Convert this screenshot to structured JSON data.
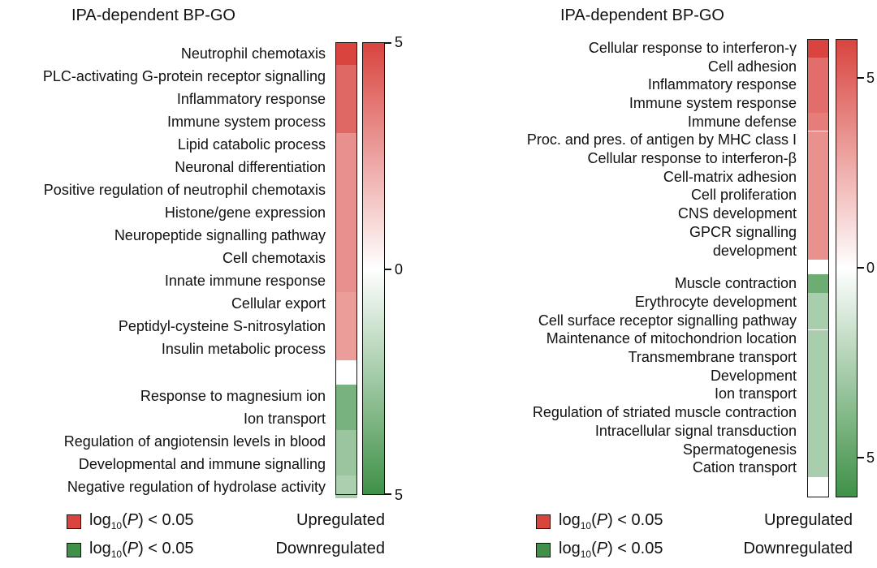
{
  "colors": {
    "up": "#d9443f",
    "down": "#3f9147",
    "gap": "#ffffff"
  },
  "chart_data": [
    {
      "type": "heatmap",
      "title": "IPA-dependent BP-GO",
      "scale_ticks": [
        "5",
        "0",
        "5"
      ],
      "upregulated": [
        {
          "term": "Neutrophil chemotaxis",
          "value": 5.0
        },
        {
          "term": "PLC-activating G-protein receptor signalling",
          "value": 3.9
        },
        {
          "term": "Inflammatory response",
          "value": 3.9
        },
        {
          "term": "Immune system process",
          "value": 3.9
        },
        {
          "term": "Lipid catabolic process",
          "value": 2.7
        },
        {
          "term": "Neuronal differentiation",
          "value": 2.7
        },
        {
          "term": "Positive regulation of neutrophil chemotaxis",
          "value": 2.7
        },
        {
          "term": "Histone/gene expression",
          "value": 2.7
        },
        {
          "term": "Neuropeptide signalling pathway",
          "value": 2.7
        },
        {
          "term": "Cell chemotaxis",
          "value": 2.7
        },
        {
          "term": "Innate immune response",
          "value": 2.7
        },
        {
          "term": "Cellular export",
          "value": 2.3
        },
        {
          "term": "Peptidyl-cysteine S-nitrosylation",
          "value": 2.3
        },
        {
          "term": "Insulin metabolic process",
          "value": 2.3
        }
      ],
      "downregulated": [
        {
          "term": "Response to magnesium ion",
          "value": 3.3
        },
        {
          "term": "Ion transport",
          "value": 3.3
        },
        {
          "term": "Regulation of angiotensin levels in blood",
          "value": 2.3
        },
        {
          "term": "Developmental and immune signalling",
          "value": 2.3
        },
        {
          "term": "Negative regulation of hydrolase activity",
          "value": 1.8
        }
      ]
    },
    {
      "type": "heatmap",
      "title": "IPA-dependent BP-GO",
      "scale_ticks": [
        "5",
        "0",
        "5"
      ],
      "upregulated": [
        {
          "term": "Cellular response to interferon-γ",
          "value": 6.2
        },
        {
          "term": "Cell adhesion",
          "value": 4.6
        },
        {
          "term": "Inflammatory response",
          "value": 4.6
        },
        {
          "term": "Immune system response",
          "value": 4.6
        },
        {
          "term": "Immune defense",
          "value": 4.0
        },
        {
          "term": "Proc. and pres. of  antigen by MHC class I",
          "value": 3.3
        },
        {
          "term": "Cellular response to interferon-β",
          "value": 3.3
        },
        {
          "term": "Cell-matrix adhesion",
          "value": 3.3
        },
        {
          "term": "Cell proliferation",
          "value": 3.3
        },
        {
          "term": "CNS development",
          "value": 3.3
        },
        {
          "term": "GPCR signalling\ndevelopment",
          "value": 3.3
        }
      ],
      "downregulated": [
        {
          "term": "Muscle contraction",
          "value": 4.5
        },
        {
          "term": "Erythrocyte development",
          "value": 2.3
        },
        {
          "term": "Cell surface receptor signalling pathway",
          "value": 2.3
        },
        {
          "term": "Maintenance of mitochondrion location",
          "value": 2.3
        },
        {
          "term": "Transmembrane transport",
          "value": 2.3
        },
        {
          "term": "Development",
          "value": 2.3
        },
        {
          "term": "Ion transport",
          "value": 2.3
        },
        {
          "term": "Regulation of striated muscle contraction",
          "value": 2.3
        },
        {
          "term": "Intracellular signal transduction",
          "value": 2.3
        },
        {
          "term": "Spermatogenesis",
          "value": 2.3
        },
        {
          "term": "Cation transport",
          "value": 2.3
        }
      ]
    }
  ],
  "legend": {
    "metric_prefix": "log",
    "metric_sub": "10",
    "metric_paren_open": "(",
    "metric_var": "P",
    "metric_suffix": ") < 0.05",
    "up_label": "Upregulated",
    "down_label": "Downregulated"
  }
}
